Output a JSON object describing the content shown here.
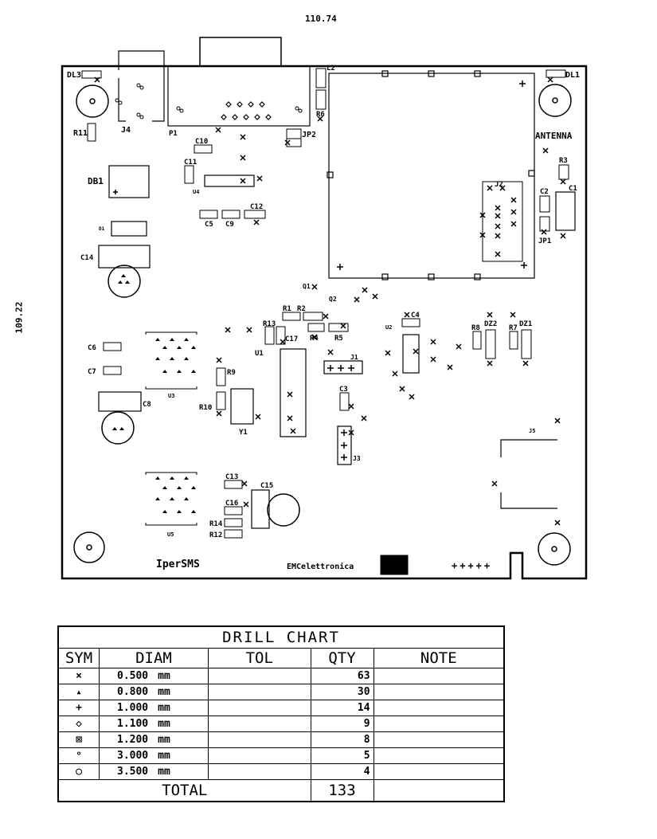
{
  "dimensions": {
    "width": "110.74",
    "height": "109.22"
  },
  "board": {
    "name": "IperSMS",
    "maker": "EMCelettronica",
    "antenna_label": "ANTENNA",
    "bottom_marks": "+++++",
    "components": [
      {
        "id": "dl3",
        "label": "DL3"
      },
      {
        "id": "dl1",
        "label": "DL1"
      },
      {
        "id": "j4",
        "label": "J4"
      },
      {
        "id": "r11",
        "label": "R11"
      },
      {
        "id": "p1",
        "label": "P1"
      },
      {
        "id": "l2",
        "label": "L2"
      },
      {
        "id": "r6",
        "label": "R6"
      },
      {
        "id": "jp2",
        "label": "JP2"
      },
      {
        "id": "c10",
        "label": "C10"
      },
      {
        "id": "c11",
        "label": "C11"
      },
      {
        "id": "u4",
        "label": "U4"
      },
      {
        "id": "db1",
        "label": "DB1"
      },
      {
        "id": "d1",
        "label": "D1"
      },
      {
        "id": "c5",
        "label": "C5"
      },
      {
        "id": "c9",
        "label": "C9"
      },
      {
        "id": "c12",
        "label": "C12"
      },
      {
        "id": "c14",
        "label": "C14"
      },
      {
        "id": "j2",
        "label": "J2"
      },
      {
        "id": "r3",
        "label": "R3"
      },
      {
        "id": "c2",
        "label": "C2"
      },
      {
        "id": "c1",
        "label": "C1"
      },
      {
        "id": "jp1",
        "label": "JP1"
      },
      {
        "id": "q1",
        "label": "Q1"
      },
      {
        "id": "q2",
        "label": "Q2"
      },
      {
        "id": "r1",
        "label": "R1"
      },
      {
        "id": "r2",
        "label": "R2"
      },
      {
        "id": "r13",
        "label": "R13"
      },
      {
        "id": "u1",
        "label": "U1"
      },
      {
        "id": "c17",
        "label": "C17"
      },
      {
        "id": "r4",
        "label": "R4"
      },
      {
        "id": "r5",
        "label": "R5"
      },
      {
        "id": "u2",
        "label": "U2"
      },
      {
        "id": "c4",
        "label": "C4"
      },
      {
        "id": "r8",
        "label": "R8"
      },
      {
        "id": "dz2",
        "label": "DZ2"
      },
      {
        "id": "r7",
        "label": "R7"
      },
      {
        "id": "dz1",
        "label": "DZ1"
      },
      {
        "id": "c6",
        "label": "C6"
      },
      {
        "id": "c7",
        "label": "C7"
      },
      {
        "id": "u3",
        "label": "U3"
      },
      {
        "id": "r9",
        "label": "R9"
      },
      {
        "id": "j1",
        "label": "J1"
      },
      {
        "id": "c8",
        "label": "C8"
      },
      {
        "id": "r10",
        "label": "R10"
      },
      {
        "id": "y1",
        "label": "Y1"
      },
      {
        "id": "c3",
        "label": "C3"
      },
      {
        "id": "j3",
        "label": "J3"
      },
      {
        "id": "j5",
        "label": "J5"
      },
      {
        "id": "c13",
        "label": "C13"
      },
      {
        "id": "c15",
        "label": "C15"
      },
      {
        "id": "c16",
        "label": "C16"
      },
      {
        "id": "r14",
        "label": "R14"
      },
      {
        "id": "r12",
        "label": "R12"
      },
      {
        "id": "u5",
        "label": "U5"
      }
    ]
  },
  "drill_chart": {
    "title": "DRILL CHART",
    "headers": {
      "sym": "SYM",
      "diam": "DIAM",
      "tol": "TOL",
      "qty": "QTY",
      "note": "NOTE"
    },
    "rows": [
      {
        "symbol": "cross",
        "glyph": "×",
        "diam": "0.500",
        "unit": "mm",
        "tol": "",
        "qty": "63",
        "note": ""
      },
      {
        "symbol": "triangle",
        "glyph": "▲",
        "diam": "0.800",
        "unit": "mm",
        "tol": "",
        "qty": "30",
        "note": ""
      },
      {
        "symbol": "plus",
        "glyph": "+",
        "diam": "1.000",
        "unit": "mm",
        "tol": "",
        "qty": "14",
        "note": ""
      },
      {
        "symbol": "diamond",
        "glyph": "◇",
        "diam": "1.100",
        "unit": "mm",
        "tol": "",
        "qty": "9",
        "note": ""
      },
      {
        "symbol": "boxed-x",
        "glyph": "⊠",
        "diam": "1.200",
        "unit": "mm",
        "tol": "",
        "qty": "8",
        "note": ""
      },
      {
        "symbol": "double-circle",
        "glyph": "ᵒ",
        "diam": "3.000",
        "unit": "mm",
        "tol": "",
        "qty": "5",
        "note": ""
      },
      {
        "symbol": "circle",
        "glyph": "○",
        "diam": "3.500",
        "unit": "mm",
        "tol": "",
        "qty": "4",
        "note": ""
      }
    ],
    "total_label": "TOTAL",
    "total_qty": "133"
  }
}
